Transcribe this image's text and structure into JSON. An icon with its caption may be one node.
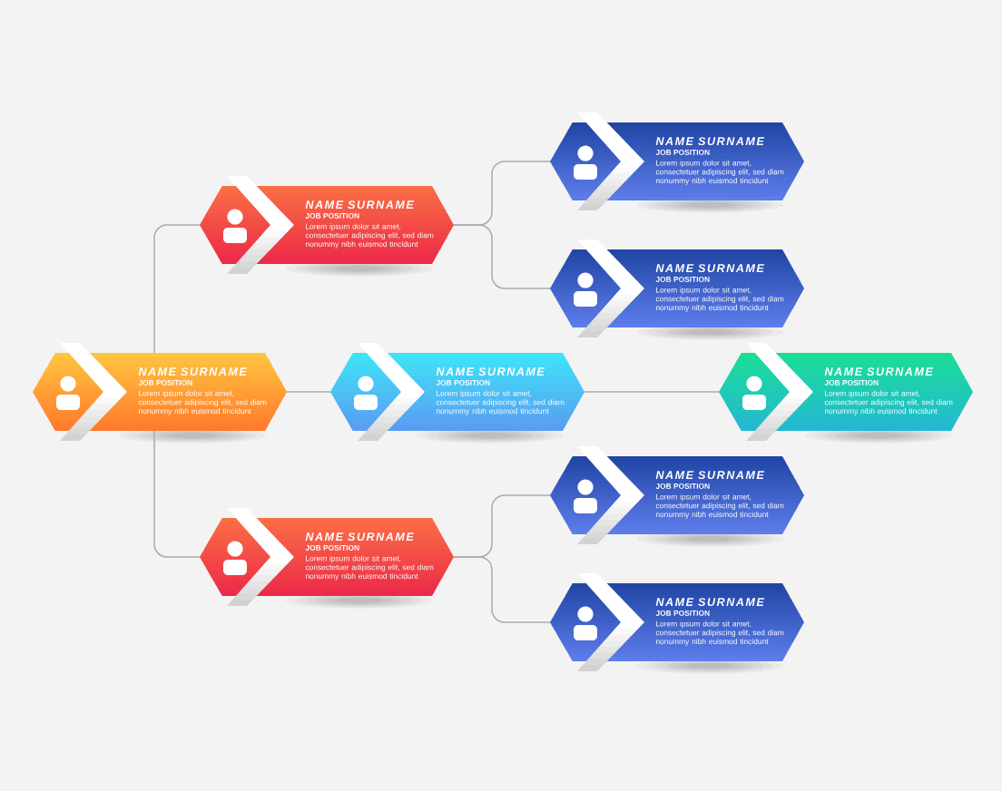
{
  "diagram": {
    "nodes": [
      {
        "text": [
          "NAME SURNAME",
          "JOB POSITION",
          "Lorem ipsum dolor sit amet, consectetuer adipiscing elit, sed diam nonummy nibh euismod tincidunt"
        ]
      },
      {
        "text": [
          "NAME SURNAME",
          "JOB POSITION",
          "Lorem ipsum dolor sit amet, consectetuer adipiscing elit, sed diam nonummy nibh euismod tincidunt"
        ]
      },
      {
        "text": [
          "NAME SURNAME",
          "JOB POSITION",
          "Lorem ipsum dolor sit amet, consectetuer adipiscing elit, sed diam nonummy nibh euismod tincidunt"
        ]
      },
      {
        "text": [
          "NAME SURNAME",
          "JOB POSITION",
          "Lorem ipsum dolor sit amet, consectetuer adipiscing elit, sed diam nonummy nibh euismod tincidunt"
        ]
      },
      {
        "text": [
          "NAME SURNAME",
          "JOB POSITION",
          "Lorem ipsum dolor sit amet, consectetuer adipiscing elit, sed diam nonummy nibh euismod tincidunt"
        ]
      },
      {
        "text": [
          "NAME SURNAME",
          "JOB POSITION",
          "Lorem ipsum dolor sit amet, consectetuer adipiscing elit, sed diam nonummy nibh euismod tincidunt"
        ]
      },
      {
        "text": [
          "NAME SURNAME",
          "JOB POSITION",
          "Lorem ipsum dolor sit amet, consectetuer adipiscing elit, sed diam nonummy nibh euismod tincidunt"
        ]
      },
      {
        "text": [
          "NAME SURNAME",
          "JOB POSITION",
          "Lorem ipsum dolor sit amet, consectetuer adipiscing elit, sed diam nonummy nibh euismod tincidunt"
        ]
      },
      {
        "text": [
          "NAME SURNAME",
          "JOB POSITION",
          "Lorem ipsum dolor sit amet, consectetuer adipiscing elit, sed diam nonummy nibh euismod tincidunt"
        ]
      }
    ],
    "edges": [
      {
        "from": 0,
        "to": 1,
        "arrow": "none"
      },
      {
        "from": 1,
        "to": 2,
        "arrow": "none"
      },
      {
        "from": 1,
        "to": 3,
        "arrow": "none"
      },
      {
        "from": 0,
        "to": 4,
        "arrow": "none"
      },
      {
        "from": 4,
        "to": 5,
        "arrow": "none"
      },
      {
        "from": 0,
        "to": 6,
        "arrow": "none"
      },
      {
        "from": 6,
        "to": 7,
        "arrow": "none"
      },
      {
        "from": 6,
        "to": 8,
        "arrow": "none"
      }
    ]
  }
}
